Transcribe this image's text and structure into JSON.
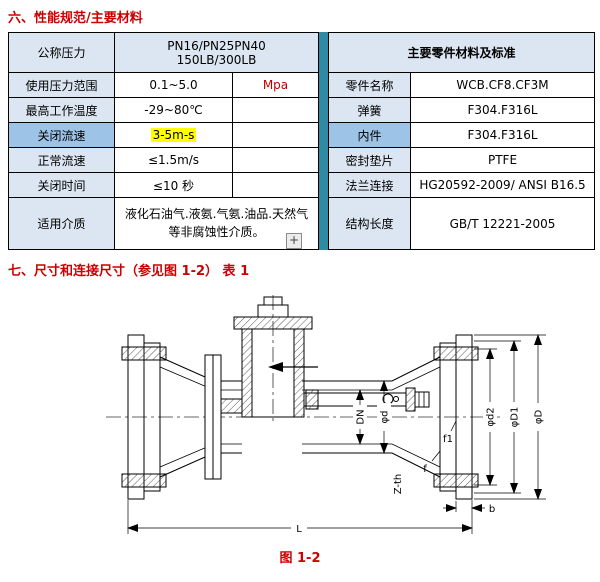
{
  "page": {
    "heading1": "六、性能规范/主要材料",
    "heading2": "七、尺寸和连接尺寸（参见图 1-2） 表 1",
    "figure_caption": "图 1-2"
  },
  "icons": {
    "plus": "+"
  },
  "colors": {
    "heading_red": "#cc0000",
    "cell_blue": "#dce6f2",
    "cell_blue_dark": "#9dc3e6",
    "highlight_yellow": "#ffff00",
    "divider_teal": "#2e8ba3",
    "unit_red": "#c00000"
  },
  "left_table": {
    "rows": [
      {
        "label": "公称压力",
        "line1": "PN16/PN25PN40",
        "line2": "150LB/300LB"
      },
      {
        "label": "使用压力范围",
        "value": "0.1~5.0",
        "unit": "Mpa"
      },
      {
        "label": "最高工作温度",
        "value": "-29~80℃"
      },
      {
        "label": "关闭流速",
        "value": "3-5m-s"
      },
      {
        "label": "正常流速",
        "value": "≤1.5m/s"
      },
      {
        "label": "关闭时间",
        "value": "≤10 秒"
      },
      {
        "label": "适用介质",
        "value": "液化石油气.液氨.气氨.油品.天然气等非腐蚀性介质。"
      }
    ]
  },
  "right_table": {
    "header": "主要零件材料及标准",
    "rows": [
      {
        "label": "零件名称",
        "value": "WCB.CF8.CF3M"
      },
      {
        "label": "弹簧",
        "value": "F304.F316L"
      },
      {
        "label": "内件",
        "value": "F304.F316L"
      },
      {
        "label": "密封垫片",
        "value": "PTFE"
      },
      {
        "label": "法兰连接",
        "value": "HG20592-2009/ ANSI B16.5"
      },
      {
        "label": "结构长度",
        "value": "GB/T 12221-2005"
      }
    ]
  },
  "figure": {
    "caption": "图 1-2",
    "dim_labels": {
      "dn": "DN",
      "d": "φd",
      "d2": "φd2",
      "D1": "φD1",
      "D": "φD",
      "f1": "f1",
      "f": "f",
      "zth": "Z-th",
      "b": "b",
      "L": "L"
    }
  }
}
